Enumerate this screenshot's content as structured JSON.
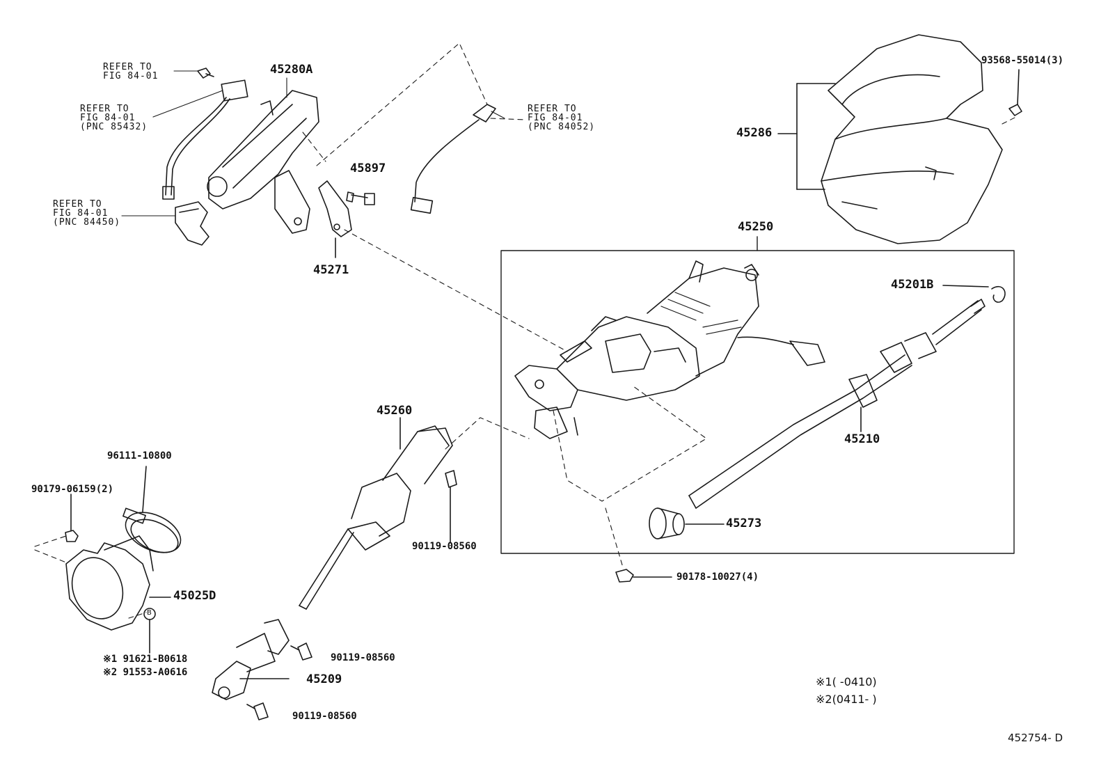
{
  "labels": {
    "p45280a": "45280A",
    "p45897": "45897",
    "p45271": "45271",
    "p45286": "45286",
    "p93568": "93568-55014(3)",
    "p45250": "45250",
    "p45201b": "45201B",
    "p45210": "45210",
    "p45273": "45273",
    "p45260": "45260",
    "p96111": "96111-10800",
    "p90179": "90179-06159(2)",
    "p45025d": "45025D",
    "p91621": "※1 91621-B0618",
    "p91553": "※2 91553-A0616",
    "p90119a": "90119-08560",
    "p90119b": "90119-08560",
    "p90119c": "90119-08560",
    "p45209": "45209",
    "p90178": "90178-10027(4)",
    "circleB": "B"
  },
  "refs": {
    "r1": {
      "l1": "REFER TO",
      "l2": "FIG 84-01"
    },
    "r2": {
      "l1": "REFER TO",
      "l2": "FIG 84-01",
      "l3": "(PNC 85432)"
    },
    "r3": {
      "l1": "REFER TO",
      "l2": "FIG 84-01",
      "l3": "(PNC 84450)"
    },
    "r4": {
      "l1": "REFER TO",
      "l2": "FIG 84-01",
      "l3": "(PNC 84052)"
    }
  },
  "notes": {
    "n1": "※1(        -0410)",
    "n2": "※2(0411-        )"
  },
  "diagram_code": "452754- D"
}
